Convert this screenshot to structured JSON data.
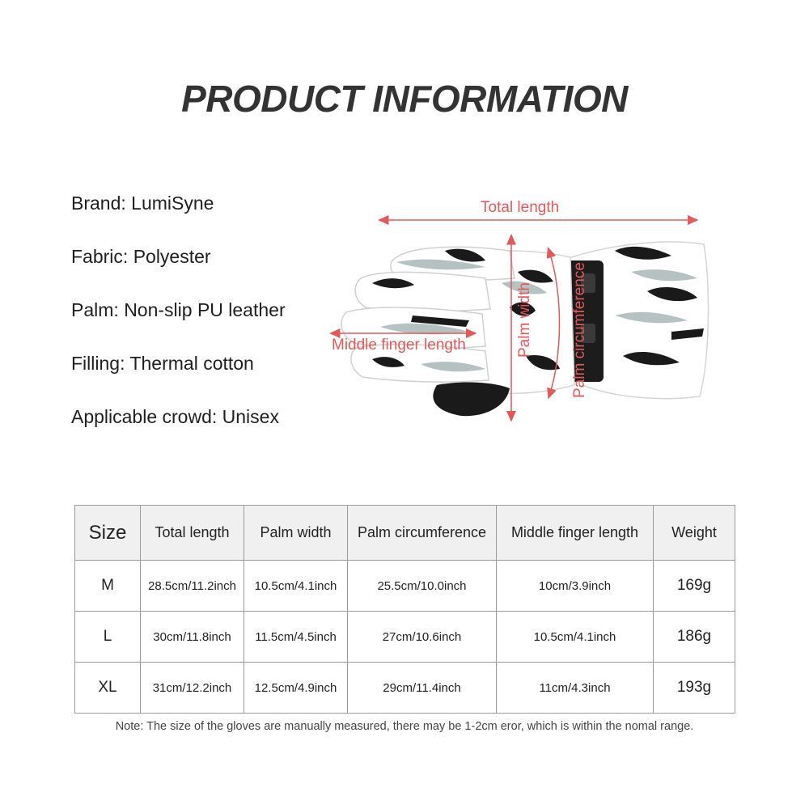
{
  "title": "PRODUCT INFORMATION",
  "specs": [
    {
      "label": "Brand:",
      "value": "LumiSyne"
    },
    {
      "label": "Fabric:",
      "value": "Polyester"
    },
    {
      "label": "Palm:",
      "value": "Non-slip PU leather"
    },
    {
      "label": "Filling:",
      "value": "Thermal cotton"
    },
    {
      "label": "Applicable crowd:",
      "value": "Unisex"
    }
  ],
  "diagram": {
    "labels": {
      "total_length": "Total length",
      "palm_width": "Palm width",
      "palm_circumference": "Palm circumference",
      "middle_finger_length": "Middle finger length"
    },
    "colors": {
      "measure": "#e05a5a",
      "glove_base": "#ffffff",
      "print_dark": "#1a1a1a",
      "print_gray": "#a9b7b7"
    }
  },
  "table": {
    "headers": [
      "Size",
      "Total length",
      "Palm width",
      "Palm circumference",
      "Middle finger length",
      "Weight"
    ],
    "rows": [
      [
        "M",
        "28.5cm/11.2inch",
        "10.5cm/4.1inch",
        "25.5cm/10.0inch",
        "10cm/3.9inch",
        "169g"
      ],
      [
        "L",
        "30cm/11.8inch",
        "11.5cm/4.5inch",
        "27cm/10.6inch",
        "10.5cm/4.1inch",
        "186g"
      ],
      [
        "XL",
        "31cm/12.2inch",
        "12.5cm/4.9inch",
        "29cm/11.4inch",
        "11cm/4.3inch",
        "193g"
      ]
    ]
  },
  "note": "Note: The size of the gloves are manually measured, there may be 1-2cm eror, which is within the nomal range."
}
